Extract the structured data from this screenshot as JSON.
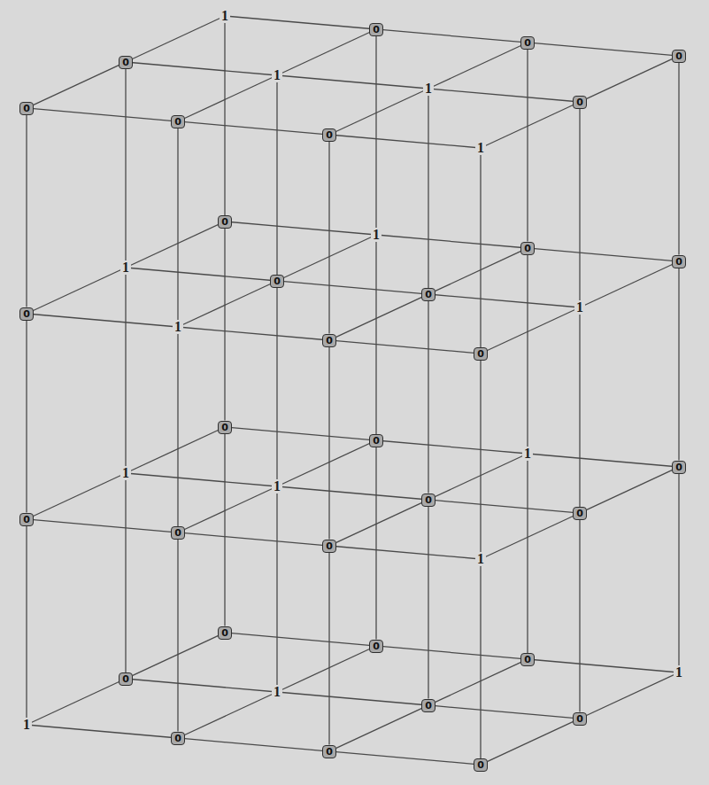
{
  "diagram": {
    "nodes": [
      {
        "text": [
          "0"
        ]
      },
      {
        "text": [
          "0"
        ]
      },
      {
        "text": [
          "0"
        ]
      },
      {
        "text": [
          "0"
        ]
      },
      {
        "text": [
          "0"
        ]
      },
      {
        "text": [
          "0"
        ]
      },
      {
        "text": [
          "0"
        ]
      },
      {
        "text": [
          "0"
        ]
      },
      {
        "text": [
          "0"
        ]
      },
      {
        "text": [
          "0"
        ]
      },
      {
        "text": [
          "0"
        ]
      },
      {
        "text": [
          "0"
        ]
      },
      {
        "text": [
          "0"
        ]
      },
      {
        "text": [
          "0"
        ]
      },
      {
        "text": [
          "0"
        ]
      },
      {
        "text": [
          "0"
        ]
      },
      {
        "text": [
          "0"
        ]
      },
      {
        "text": [
          "0"
        ]
      },
      {
        "text": [
          "0"
        ]
      },
      {
        "text": [
          "0"
        ]
      },
      {
        "text": [
          "0"
        ]
      },
      {
        "text": [
          "0"
        ]
      },
      {
        "text": [
          "0"
        ]
      },
      {
        "text": [
          "0"
        ]
      },
      {
        "text": [
          "0"
        ]
      },
      {
        "text": [
          "0"
        ]
      },
      {
        "text": [
          "0"
        ]
      },
      {
        "text": [
          "0"
        ]
      },
      {
        "text": [
          "0"
        ]
      },
      {
        "text": [
          "0"
        ]
      },
      {
        "text": [
          "0"
        ]
      },
      {
        "text": [
          "0"
        ]
      },
      {
        "text": [
          "0"
        ]
      }
    ],
    "edges": [
      {
        "from": 0,
        "to": 1,
        "arrow": "none"
      },
      {
        "from": 1,
        "to": 2,
        "arrow": "none"
      },
      {
        "from": 5,
        "to": 6,
        "arrow": "none"
      },
      {
        "from": 6,
        "to": 7,
        "arrow": "none"
      },
      {
        "from": 3,
        "to": 5,
        "arrow": "none"
      },
      {
        "from": 2,
        "to": 4,
        "arrow": "none"
      },
      {
        "from": 9,
        "to": 10,
        "arrow": "none"
      },
      {
        "from": 11,
        "to": 12,
        "arrow": "none"
      },
      {
        "from": 14,
        "to": 15,
        "arrow": "none"
      },
      {
        "from": 9,
        "to": 12,
        "arrow": "none"
      },
      {
        "from": 12,
        "to": 14,
        "arrow": "none"
      },
      {
        "from": 16,
        "to": 17,
        "arrow": "none"
      },
      {
        "from": 19,
        "to": 20,
        "arrow": "none"
      },
      {
        "from": 21,
        "to": 22,
        "arrow": "none"
      },
      {
        "from": 22,
        "to": 23,
        "arrow": "none"
      },
      {
        "from": 19,
        "to": 23,
        "arrow": "none"
      },
      {
        "from": 18,
        "to": 20,
        "arrow": "none"
      },
      {
        "from": 24,
        "to": 25,
        "arrow": "none"
      },
      {
        "from": 25,
        "to": 26,
        "arrow": "none"
      },
      {
        "from": 28,
        "to": 29,
        "arrow": "none"
      },
      {
        "from": 30,
        "to": 31,
        "arrow": "none"
      },
      {
        "from": 31,
        "to": 32,
        "arrow": "none"
      },
      {
        "from": 24,
        "to": 27,
        "arrow": "none"
      },
      {
        "from": 26,
        "to": 28,
        "arrow": "none"
      },
      {
        "from": 28,
        "to": 31,
        "arrow": "none"
      },
      {
        "from": 29,
        "to": 32,
        "arrow": "none"
      },
      {
        "from": 1,
        "to": 9,
        "arrow": "none"
      },
      {
        "from": 2,
        "to": 10,
        "arrow": "none"
      },
      {
        "from": 5,
        "to": 13,
        "arrow": "none"
      },
      {
        "from": 7,
        "to": 14,
        "arrow": "none"
      },
      {
        "from": 8,
        "to": 16,
        "arrow": "none"
      },
      {
        "from": 10,
        "to": 18,
        "arrow": "none"
      },
      {
        "from": 12,
        "to": 19,
        "arrow": "none"
      },
      {
        "from": 13,
        "to": 21,
        "arrow": "none"
      },
      {
        "from": 14,
        "to": 23,
        "arrow": "none"
      },
      {
        "from": 16,
        "to": 24,
        "arrow": "none"
      },
      {
        "from": 17,
        "to": 25,
        "arrow": "none"
      },
      {
        "from": 19,
        "to": 28,
        "arrow": "none"
      },
      {
        "from": 20,
        "to": 29,
        "arrow": "none"
      },
      {
        "from": 22,
        "to": 30,
        "arrow": "none"
      },
      {
        "from": 23,
        "to": 31,
        "arrow": "none"
      }
    ],
    "labels": [
      "1",
      "1",
      "1",
      "1",
      "1",
      "1",
      "1",
      "1",
      "1",
      "1",
      "1",
      "1",
      "1",
      "1",
      "1"
    ]
  }
}
